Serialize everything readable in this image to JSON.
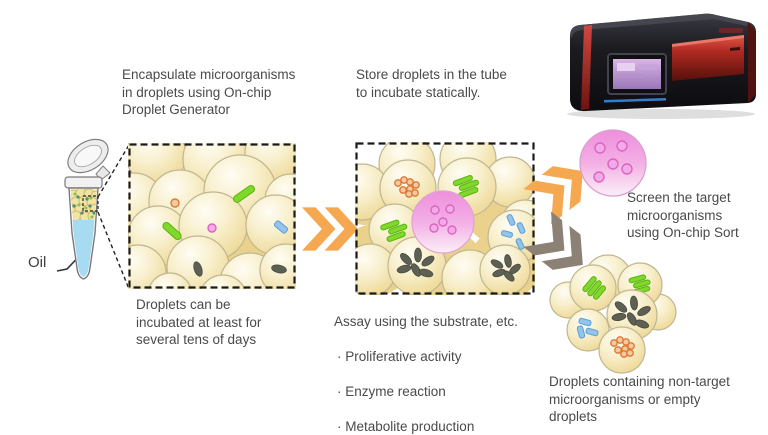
{
  "figure": {
    "step1_caption": "Encapsulate microorganisms\nin droplets using On-chip\nDroplet Generator",
    "step2_caption": "Store droplets in the tube\nto incubate statically.",
    "oil_label": "Oil",
    "incubation_caption": "Droplets can be\nincubated at least for\nseveral tens of days",
    "assay": {
      "title": "Assay using the substrate, etc.",
      "items": [
        "· Proliferative activity",
        "· Enzyme reaction",
        "· Metabolite production"
      ]
    },
    "sort_caption": "Screen the target\nmicroorganisms\nusing On-chip Sort",
    "nontarget_caption": "Droplets containing non-target\nmicroorganisms or empty\ndroplets"
  },
  "colors": {
    "arrow_orange": "#F5A84F",
    "arrow_gray": "#8B8175",
    "droplet_cream": "#F3E6B4",
    "target_pink": "#EE8FDC",
    "microbe_green": "#7FD82A",
    "microbe_blue": "#92C4EC",
    "microbe_dark": "#5E6053",
    "microbe_orange": "#DC7A35",
    "oil_blue": "#A6DBF2",
    "instrument_red": "#B02A22",
    "caption_text": "#4A4A4A"
  }
}
